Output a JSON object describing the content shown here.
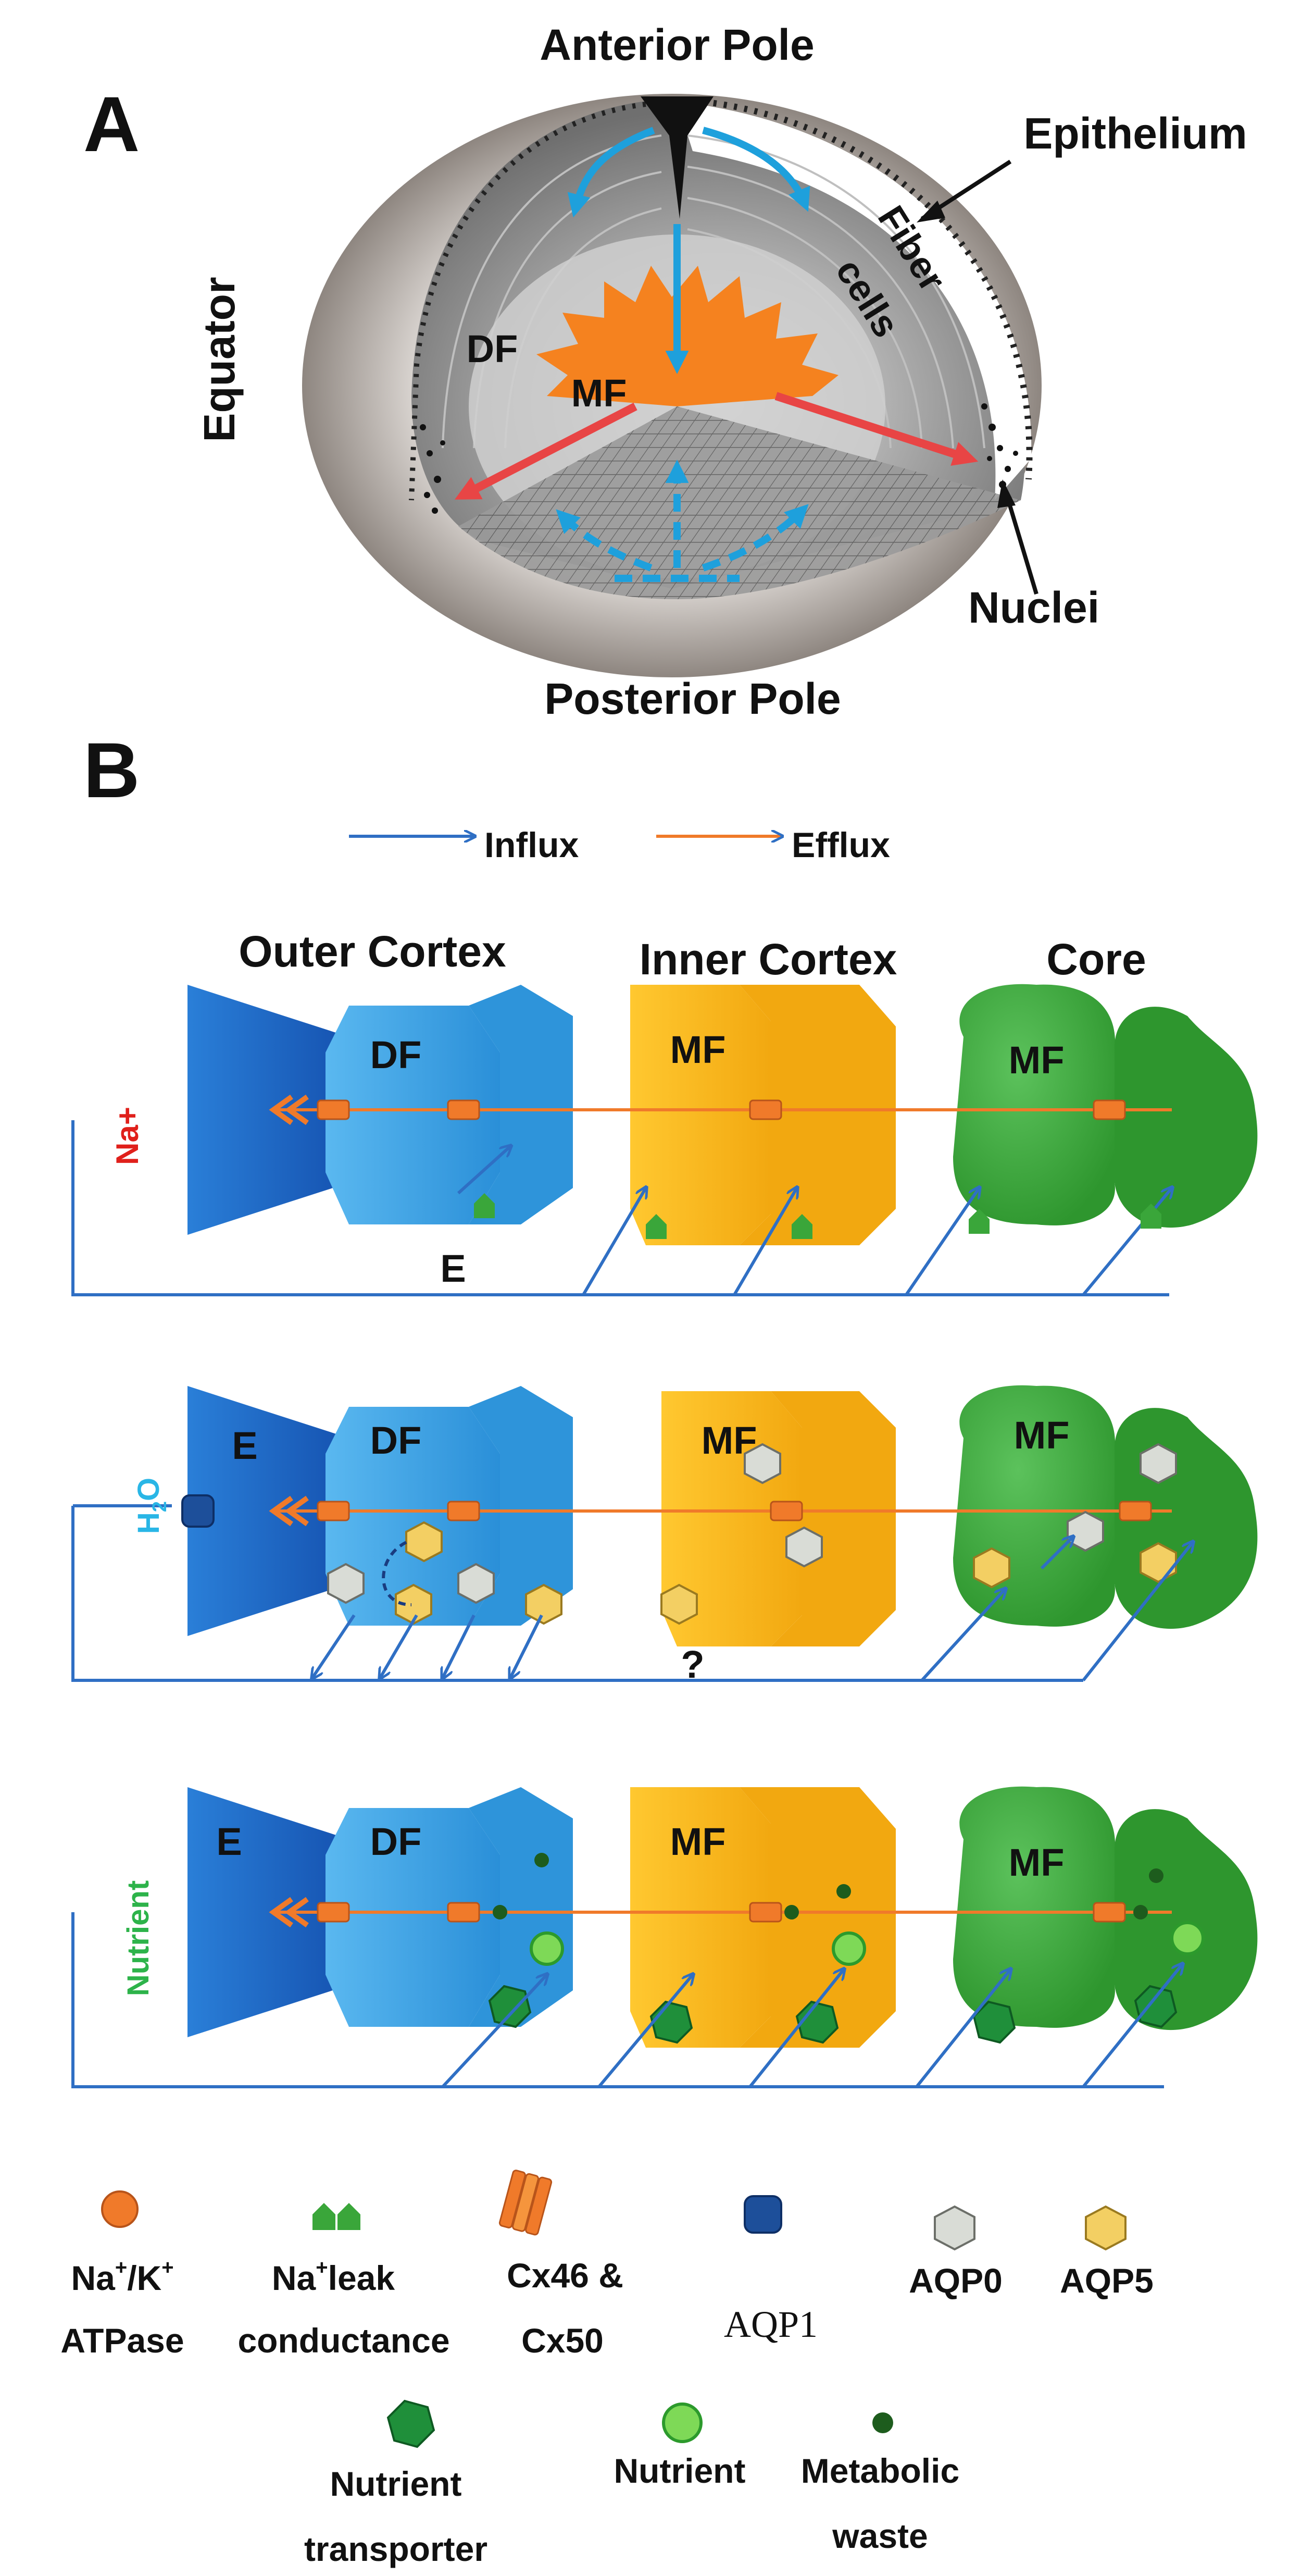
{
  "panel_a": {
    "letter": "A",
    "anterior_pole": "Anterior Pole",
    "posterior_pole": "Posterior Pole",
    "equator": "Equator",
    "epithelium": "Epithelium",
    "fiber_cells_line1": "Fiber",
    "fiber_cells_line2": "cells",
    "nuclei": "Nuclei",
    "df": "DF",
    "mf": "MF"
  },
  "panel_b": {
    "letter": "B",
    "influx": "Influx",
    "efflux": "Efflux",
    "regions": {
      "outer_cortex": "Outer Cortex",
      "inner_cortex": "Inner Cortex",
      "core": "Core"
    },
    "rows": [
      {
        "label": "Na+",
        "label_color": "#e0201b",
        "e": "E",
        "df": "DF",
        "mf_inner": "MF",
        "mf_core": "MF"
      },
      {
        "label_base": "H",
        "label_sub": "2",
        "label_tail": "O",
        "label_color": "#29b6e6",
        "e": "E",
        "df": "DF",
        "mf_inner": "MF",
        "mf_core": "MF",
        "question": "?"
      },
      {
        "label": "Nutrient",
        "label_color": "#2db34a",
        "e": "E",
        "df": "DF",
        "mf_inner": "MF",
        "mf_core": "MF"
      }
    ]
  },
  "legend": {
    "na_k_atpase": {
      "l1a": "Na",
      "l1b": "+",
      "l1c": "/K",
      "l1d": "+",
      "l2": "ATPase"
    },
    "na_leak": {
      "l1a": "Na",
      "l1b": "+",
      "l1c": "leak",
      "l2": "conductance"
    },
    "connexin": {
      "l1": "Cx46 &",
      "l2": "Cx50"
    },
    "aqp1": "AQP1",
    "aqp0": "AQP0",
    "aqp5": "AQP5",
    "nutrient_transporter": {
      "l1": "Nutrient",
      "l2": "transporter"
    },
    "nutrient": "Nutrient",
    "metabolic_waste": {
      "l1": "Metabolic",
      "l2": "waste"
    }
  },
  "colors": {
    "epithelium_blue": "#1a5fc0",
    "df_blue": "#3aa0e2",
    "mf_yellow": "#f6b516",
    "core_green": "#3aa63a",
    "influx_blue": "#2f6fc4",
    "efflux_orange": "#f07a2a",
    "sun_orange": "#f5821f",
    "red_arrow": "#e84545",
    "cyan_arrow": "#1ea0dc"
  }
}
